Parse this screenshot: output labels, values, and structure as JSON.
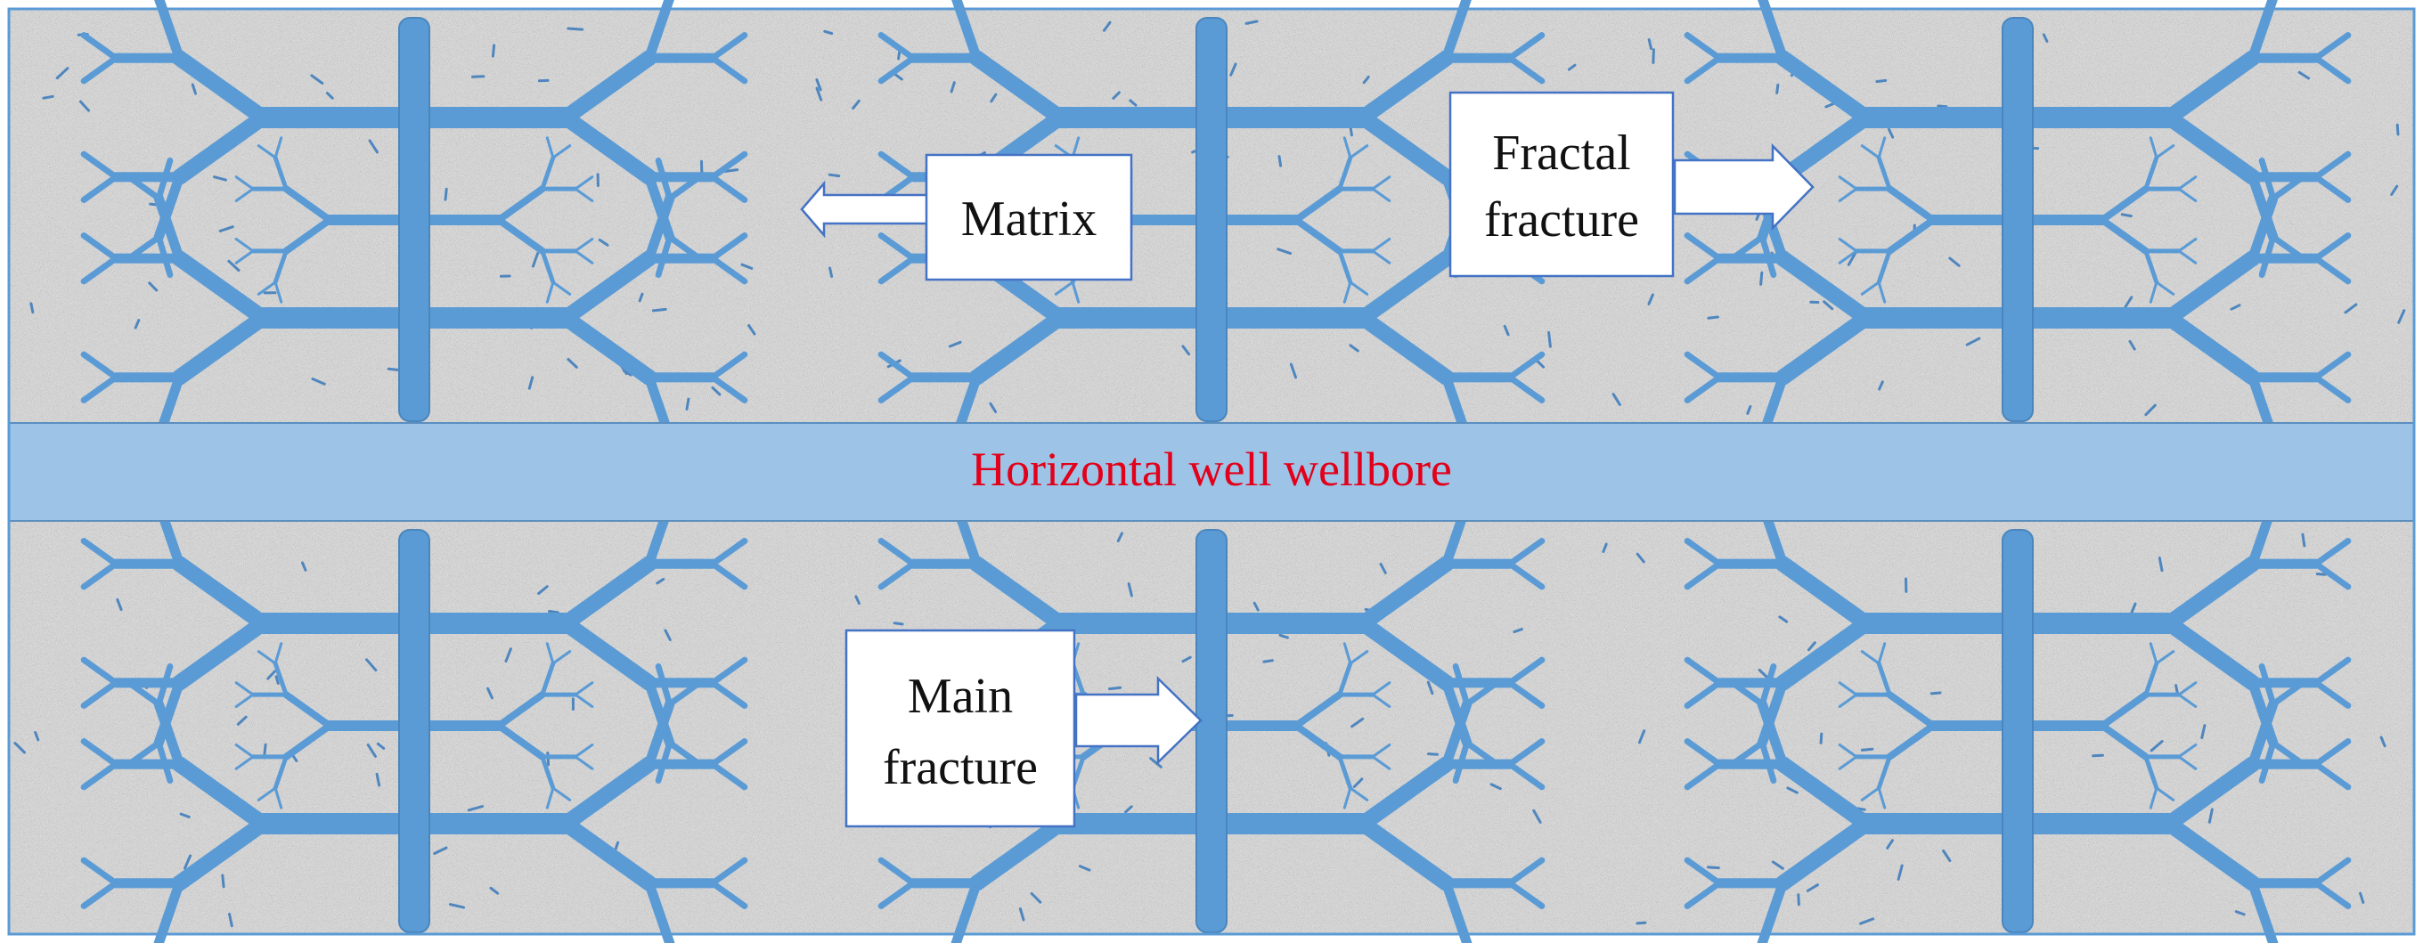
{
  "labels": {
    "wellbore": "Horizontal well wellbore",
    "matrix": "Matrix",
    "fractal_fracture": [
      "Fractal",
      "fracture"
    ],
    "main_fracture": [
      "Main",
      "fracture"
    ]
  },
  "stages": [
    {
      "id": "stage-1"
    },
    {
      "id": "stage-2"
    },
    {
      "id": "stage-3"
    }
  ],
  "colors": {
    "fracture_fill": "#5b9bd5",
    "fracture_stroke": "#4a86bd",
    "wellbore_fill": "#9dc3e6",
    "wellbore_stroke": "#5b8fc0",
    "wellbore_text": "#e2001a",
    "matrix_base": "#d2d2d2",
    "callout_fill": "#ffffff",
    "callout_stroke": "#4472c4",
    "frame": "#5b9bd5"
  },
  "icons": {
    "left_arrow": "left-arrow-icon",
    "right_arrow": "right-arrow-icon"
  }
}
